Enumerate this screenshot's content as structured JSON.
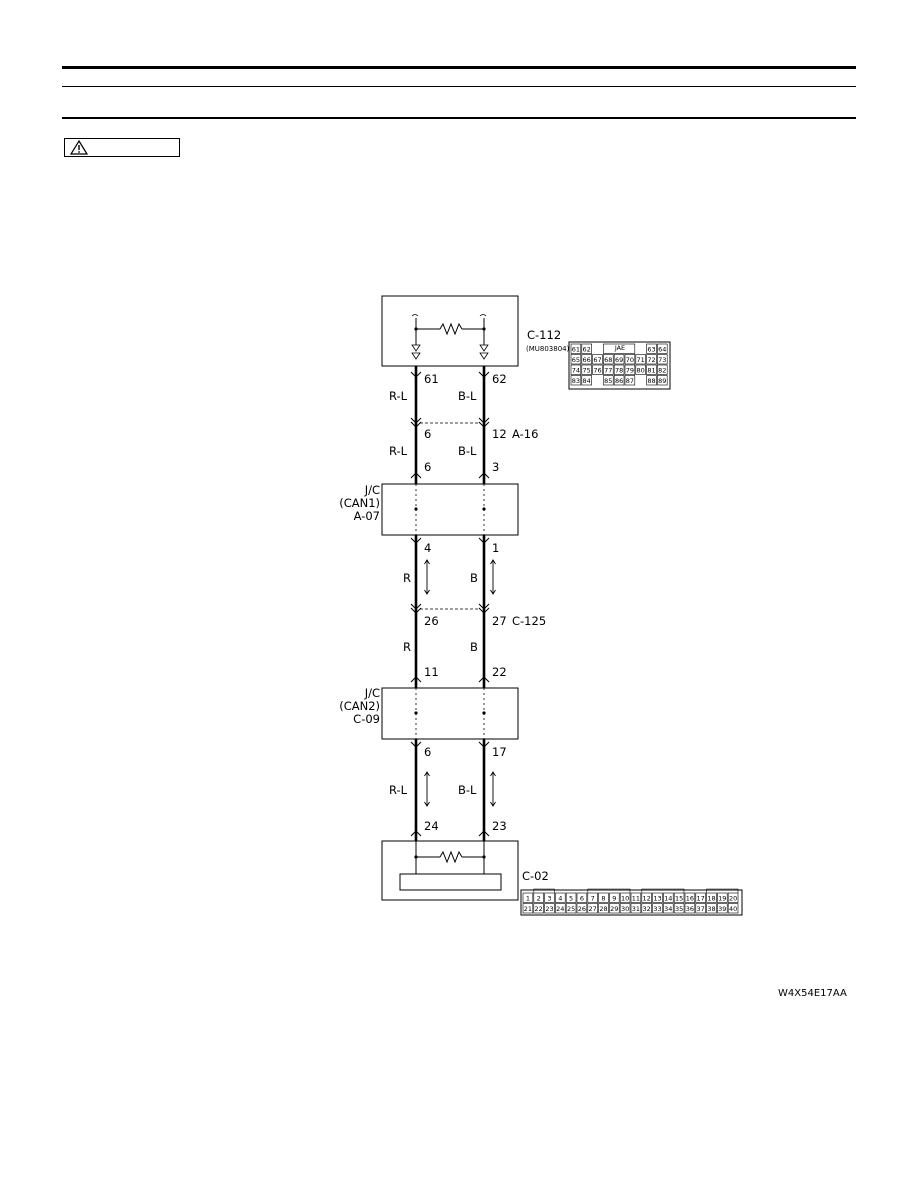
{
  "header": {
    "caution_icon": "warning-triangle-icon"
  },
  "top_component": {
    "connector": "C-112",
    "part_number": "(MU803804)",
    "maker": "JAE",
    "pin_rows": [
      [
        "61",
        "62",
        "",
        "",
        "",
        "",
        "63",
        "64"
      ],
      [
        "65",
        "66",
        "67",
        "68",
        "69",
        "70",
        "71",
        "72",
        "73"
      ],
      [
        "74",
        "75",
        "76",
        "77",
        "78",
        "79",
        "80",
        "81",
        "82"
      ],
      [
        "83",
        "84",
        "",
        "85",
        "86",
        "87",
        "",
        "88",
        "89"
      ]
    ],
    "pin_left": "61",
    "pin_right": "62"
  },
  "segments": [
    {
      "left_wire": "R-L",
      "right_wire": "B-L"
    },
    {
      "left_wire": "R-L",
      "right_wire": "B-L"
    },
    {
      "left_wire": "R",
      "right_wire": "B"
    },
    {
      "left_wire": "R",
      "right_wire": "B"
    },
    {
      "left_wire": "R-L",
      "right_wire": "B-L"
    }
  ],
  "intermediate_connector_1": {
    "name": "A-16",
    "pin_left": "6",
    "pin_right": "12"
  },
  "jc_can1": {
    "label_line1": "J/C",
    "label_line2": "(CAN1)",
    "label_line3": "A-07",
    "pin_top_left": "6",
    "pin_top_right": "3",
    "pin_bottom_left": "4",
    "pin_bottom_right": "1"
  },
  "intermediate_connector_2": {
    "name": "C-125",
    "pin_left": "26",
    "pin_right": "27"
  },
  "jc_can2": {
    "label_line1": "J/C",
    "label_line2": "(CAN2)",
    "label_line3": "C-09",
    "pin_top_left": "11",
    "pin_top_right": "22",
    "pin_bottom_left": "6",
    "pin_bottom_right": "17"
  },
  "bottom_component": {
    "connector": "C-02",
    "pin_left": "24",
    "pin_right": "23",
    "pin_rows": [
      [
        "1",
        "2",
        "3",
        "4",
        "5",
        "6",
        "7",
        "8",
        "9",
        "10",
        "11",
        "12",
        "13",
        "14",
        "15",
        "16",
        "17",
        "18",
        "19",
        "20"
      ],
      [
        "21",
        "22",
        "23",
        "24",
        "25",
        "26",
        "27",
        "28",
        "29",
        "30",
        "31",
        "32",
        "33",
        "34",
        "35",
        "36",
        "37",
        "38",
        "39",
        "40"
      ]
    ]
  },
  "figure_code": "W4X54E17AA"
}
